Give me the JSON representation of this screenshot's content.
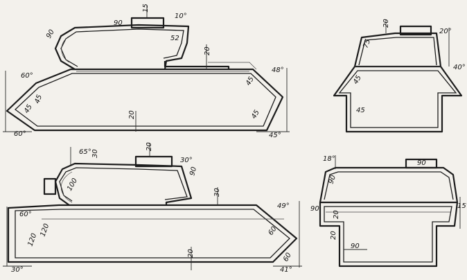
{
  "views": {
    "top_left": {
      "labels": [
        "90",
        "15",
        "10°",
        "52",
        "90",
        "20",
        "60°",
        "45",
        "45",
        "45",
        "20",
        "45",
        "60°",
        "45°",
        "48°"
      ]
    },
    "top_right": {
      "labels": [
        "20",
        "20°",
        "75",
        "45",
        "40°",
        "45"
      ]
    },
    "bottom_left": {
      "labels": [
        "65°",
        "30",
        "20",
        "30°",
        "90",
        "100",
        "30",
        "60°",
        "120",
        "120",
        "20",
        "60",
        "49°",
        "60",
        "41°",
        "30°"
      ]
    },
    "bottom_right": {
      "labels": [
        "18°",
        "90",
        "90",
        "90",
        "15°",
        "20",
        "20",
        "90"
      ]
    }
  },
  "colors": {
    "paper": "#f3f1ec",
    "ink": "#1c1c1c"
  }
}
